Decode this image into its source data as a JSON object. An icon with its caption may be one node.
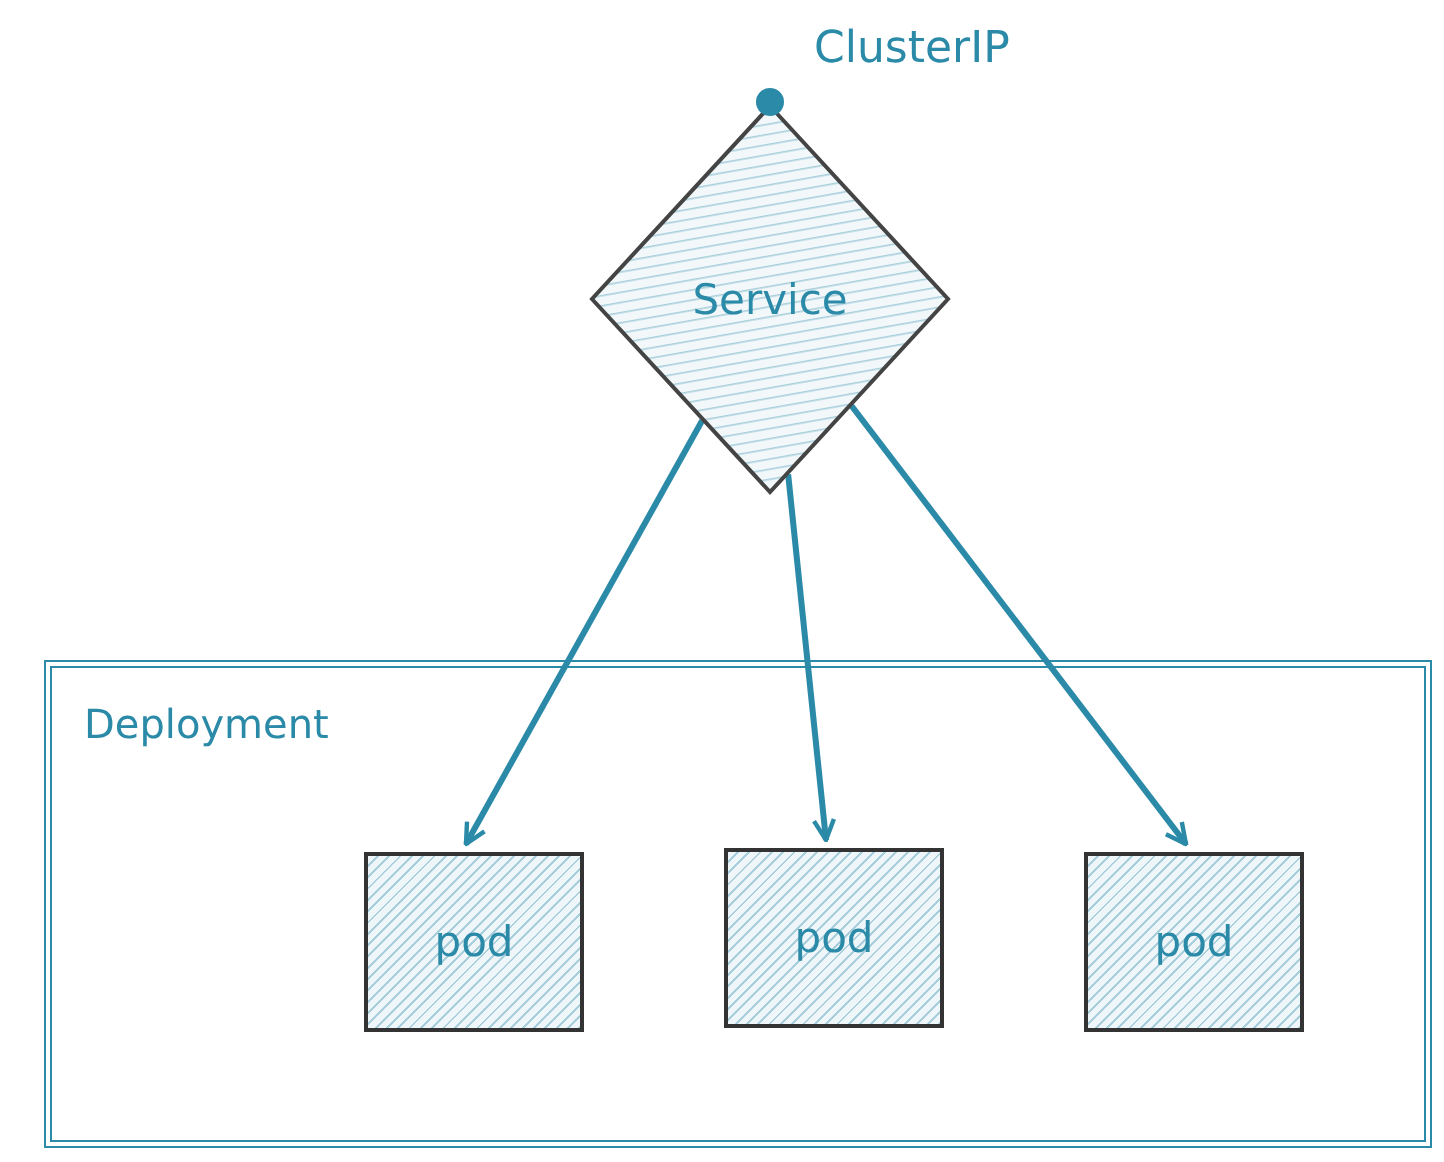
{
  "diagram": {
    "nodes": [
      {
        "text": [
          "Service"
        ],
        "beside": [
          "ClusterIP"
        ]
      },
      {
        "text": [
          "Deployment"
        ]
      },
      {
        "text": [
          "pod"
        ],
        "in": 1
      },
      {
        "text": [
          "pod"
        ],
        "in": 1
      },
      {
        "text": [
          "pod"
        ],
        "in": 1
      }
    ],
    "edges": [
      {
        "from": 0,
        "to": 2,
        "arrow": "to"
      },
      {
        "from": 0,
        "to": 3,
        "arrow": "to"
      },
      {
        "from": 0,
        "to": 4,
        "arrow": "to"
      }
    ]
  }
}
